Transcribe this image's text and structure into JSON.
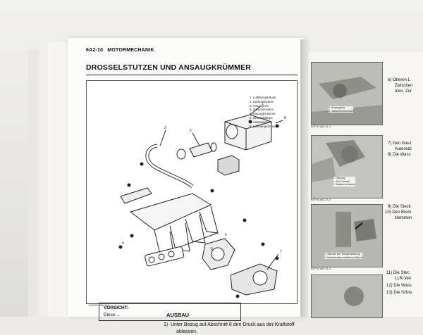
{
  "page": {
    "number": "6A2-10",
    "section": "MOTORMECHANIK",
    "title": "DROSSELSTUTZEN UND ANSAUGKRÜMMER"
  },
  "figure": {
    "id": "6GF00-6A2-11-1",
    "callouts": [
      "1",
      "2",
      "3",
      "4",
      "5",
      "6",
      "7",
      "8"
    ],
    "legend": [
      "1. Luftfiltergehäuse",
      "2. Zwischenstück",
      "3. Ansaugrohr",
      "4. Zwischenstück",
      "5. Ansaugkrümmer",
      "6. Drosselklappe",
      "7. Ansaugrohr",
      "8. Luftmengenmesser"
    ]
  },
  "ausbau": {
    "heading": "AUSBAU",
    "step_num": "1)",
    "step_line1": "Unter Bezug auf Abschnitt 6 den Druck aus der Kraftstoff",
    "step_line2": "ablassen.",
    "warn_title": "VORSICHT:",
    "warn_text": "Diese ..."
  },
  "right_column": {
    "pictures": [
      {
        "id": "6GF00-6A2-11-1",
        "caption": [
          "1. Ansaugrohr",
          "2. Zwischenkrümmer"
        ]
      },
      {
        "id": "6GF00-6A2-11-2",
        "caption": [
          "1. Gaszug",
          "2. A/C Drossel",
          "3. Wasserschlauch"
        ]
      },
      {
        "id": "6GF00-6A2-11-3",
        "caption": [
          "1. Stecker der Einspritzleitung",
          "2. Bremskraftverstärkerschlauch"
        ]
      }
    ],
    "steps": [
      "6) Oberen L",
      "Zwischen",
      "men. Zur",
      "7) Den Gasz",
      "Automati",
      "8) Die Wass",
      "9) Die Steck",
      "10) Den Brem",
      "klemmen",
      "11) Die Stec",
      "LLR-Ven",
      "12) Die Wass",
      "13) Die Schla"
    ]
  }
}
